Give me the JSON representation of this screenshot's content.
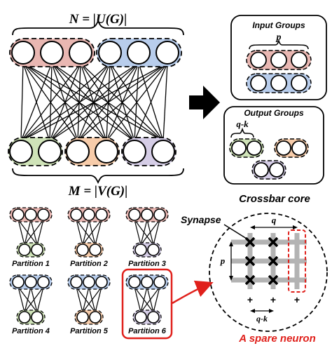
{
  "top_label": "N = |U(G)|",
  "bottom_label": "M = |V(G)|",
  "input_groups": {
    "title": "Input Groups",
    "param": "p"
  },
  "output_groups": {
    "title": "Output Groups",
    "param": "q-k"
  },
  "crossbar": {
    "title": "Crossbar core",
    "synapse_label": "Synapse",
    "q_label": "q",
    "p_label": "p",
    "qk_label": "q-k",
    "plus_sign": "+",
    "spare_label": "A spare neuron"
  },
  "partitions": [
    "Partition 1",
    "Partition 2",
    "Partition 3",
    "Partition 4",
    "Partition 5",
    "Partition 6"
  ],
  "colors": {
    "red_group": "#e9b7b2",
    "blue_group": "#b8cdec",
    "green_group": "#cfe3b8",
    "orange_group": "#f7ccaa",
    "purple_group": "#d5cde6",
    "highlight": "#e0201b",
    "grid": "#b3b3b3"
  }
}
